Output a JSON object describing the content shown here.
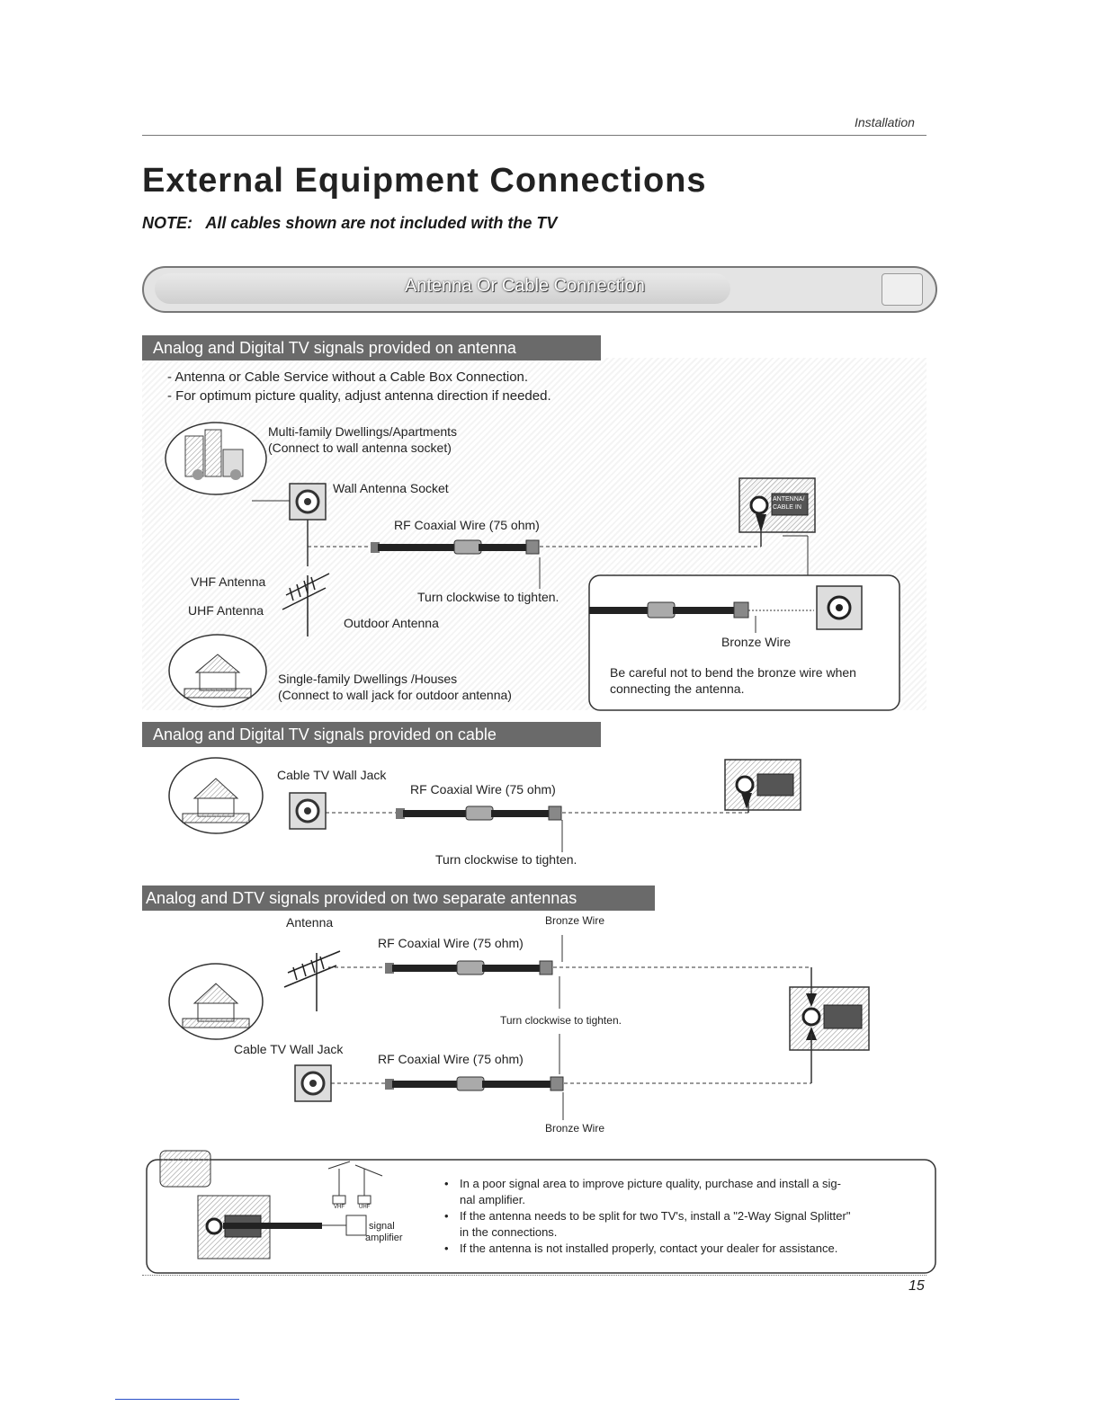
{
  "header": {
    "section": "Installation"
  },
  "title": "External Equipment Connections",
  "note": "NOTE:   All cables shown are not included with the TV",
  "banner": "Antenna Or Cable Connection",
  "s1": {
    "heading": "Analog and Digital TV signals provided on antenna",
    "bullets": [
      "- Antenna or Cable Service without a Cable Box Connection.",
      "- For optimum picture quality, adjust antenna direction if needed."
    ],
    "multi_family_1": "Multi-family Dwellings/Apartments",
    "multi_family_2": "(Connect to wall antenna socket)",
    "wall_socket": "Wall Antenna Socket",
    "rf_wire": "RF Coaxial Wire (75 ohm)",
    "vhf": "VHF Antenna",
    "uhf": "UHF Antenna",
    "turn": "Turn clockwise to tighten.",
    "outdoor": "Outdoor Antenna",
    "single_family_1": "Single-family Dwellings /Houses",
    "single_family_2": "(Connect to wall jack for outdoor antenna)",
    "bronze": "Bronze Wire",
    "careful_1": "Be careful not to bend the bronze wire when",
    "careful_2": "connecting the antenna.",
    "jack_label_1": "ANTENNA/",
    "jack_label_2": "CABLE IN"
  },
  "s2": {
    "heading": "Analog and Digital TV signals provided on cable",
    "jack": "Cable TV Wall Jack",
    "rf_wire": "RF Coaxial Wire (75 ohm)",
    "turn": "Turn clockwise to tighten."
  },
  "s3": {
    "heading": "Analog and DTV signals provided on two separate antennas",
    "antenna": "Antenna",
    "bronze_top": "Bronze Wire",
    "rf_wire_1": "RF Coaxial Wire (75 ohm)",
    "turn": "Turn clockwise to tighten.",
    "jack": "Cable TV Wall Jack",
    "rf_wire_2": "RF Coaxial Wire (75 ohm)",
    "bronze_bottom": "Bronze Wire"
  },
  "notes": {
    "vhf": "VHF",
    "uhf": "UHF",
    "amp_1": "signal",
    "amp_2": "amplifier",
    "bullets": [
      "In a poor signal area to improve picture quality, purchase and install a sig-",
      "nal amplifier.",
      "If the antenna needs to be split for two TV's, install a \"2-Way Signal Splitter\"",
      "in the connections.",
      "If the antenna is not installed properly, contact your dealer for assistance."
    ]
  },
  "page_number": "15"
}
